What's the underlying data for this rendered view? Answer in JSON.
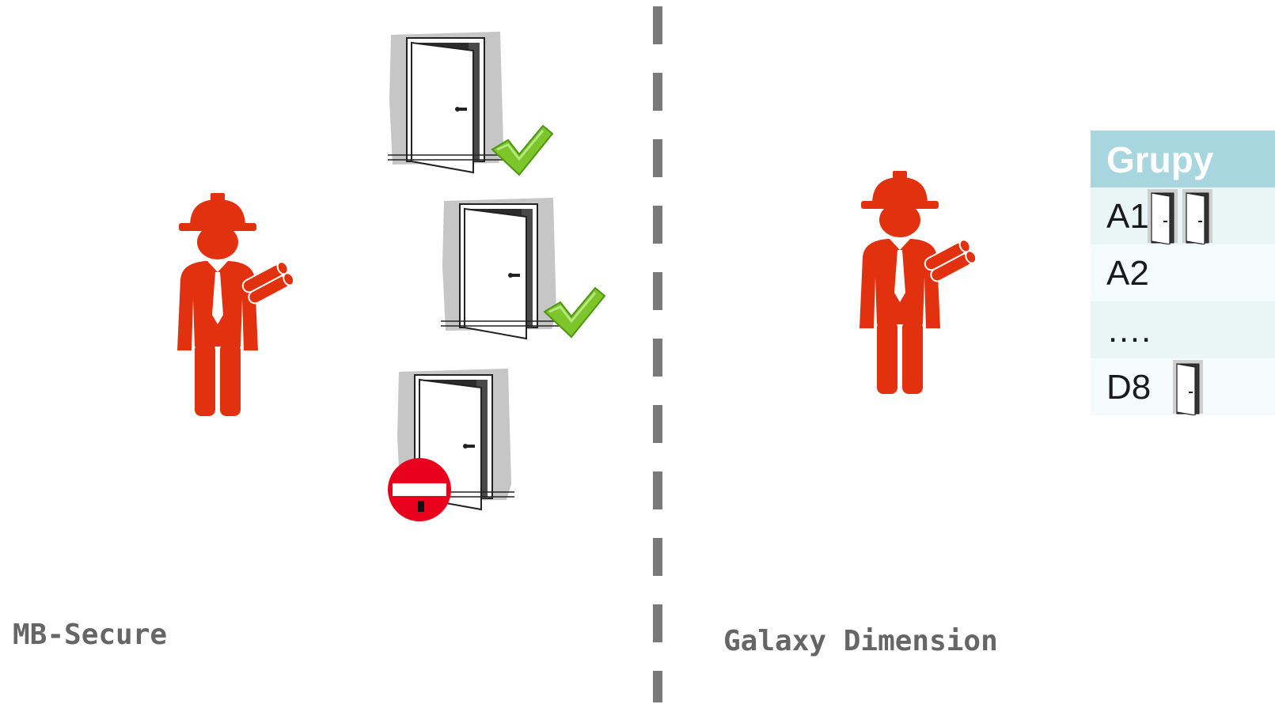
{
  "left_panel": {
    "caption": "MB-Secure",
    "doors": [
      {
        "state": "allowed",
        "badge": "checkmark-icon"
      },
      {
        "state": "allowed",
        "badge": "checkmark-icon"
      },
      {
        "state": "denied",
        "badge": "no-entry-icon"
      }
    ]
  },
  "right_panel": {
    "caption": "Galaxy Dimension",
    "table": {
      "header": "Grupy",
      "rows": [
        {
          "label": "A1",
          "doors": 2
        },
        {
          "label": "A2",
          "doors": 0
        },
        {
          "label": "….",
          "doors": 0
        },
        {
          "label": "D8",
          "doors": 1
        }
      ]
    }
  },
  "colors": {
    "person": "#e2310f",
    "check": "#7cc52a",
    "no_entry": "#e8001c",
    "table_header": "#a7d6de",
    "row_even": "#eaf5f6",
    "row_odd": "#f5fafb",
    "divider": "#7a7a7a",
    "caption": "#666666"
  }
}
